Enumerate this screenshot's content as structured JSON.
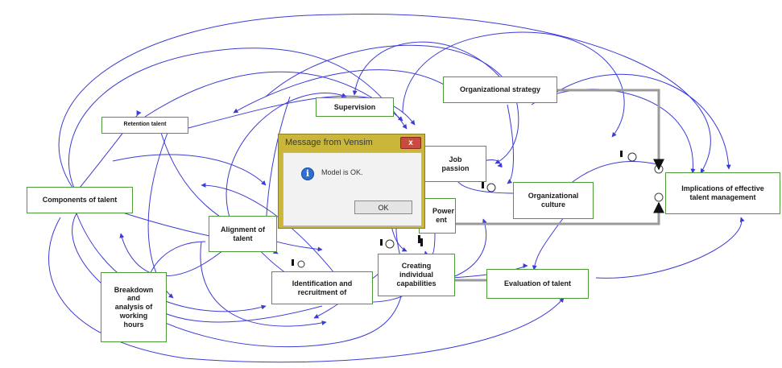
{
  "nodes": [
    {
      "id": "retention",
      "text": "Retention talent"
    },
    {
      "id": "supervision",
      "text": "Supervision"
    },
    {
      "id": "strategy",
      "text": "Organizational strategy"
    },
    {
      "id": "job",
      "text": "Job passion"
    },
    {
      "id": "components",
      "text": "Components of talent"
    },
    {
      "id": "alignment",
      "text": "Alignment of talent"
    },
    {
      "id": "culture",
      "text": "Organizational culture"
    },
    {
      "id": "implications",
      "text": "Implications of effective talent management"
    },
    {
      "id": "power",
      "text": "Power ent"
    },
    {
      "id": "breakdown",
      "text": "Breakdown and analysis of working hours"
    },
    {
      "id": "identification",
      "text": "Identification and recruitment of"
    },
    {
      "id": "creating",
      "text": "Creating individual capabilities"
    },
    {
      "id": "evaluation",
      "text": "Evaluation of talent"
    }
  ],
  "dialog": {
    "title": "Message from Vensim",
    "close_label": "x",
    "message": "Model is OK.",
    "ok_label": "OK",
    "icon": "info-icon"
  },
  "colors": {
    "arrow": "#3b3bd6",
    "node_border": "#4e9a3a",
    "flow": "#9a9a9a",
    "dialog_frame": "#c9b63a"
  }
}
